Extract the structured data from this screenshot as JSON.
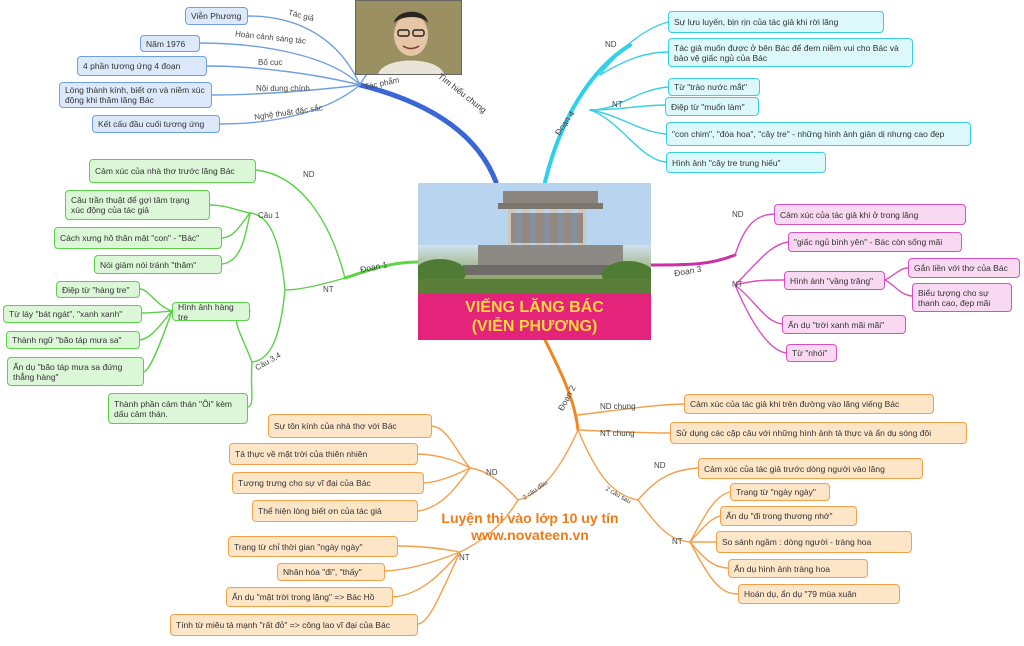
{
  "center": {
    "title_line1": "VIẾNG LĂNG BÁC",
    "title_line2": "(VIỄN PHƯƠNG)"
  },
  "watermark": {
    "line1": "Luyện thi vào lớp 10 uy tín",
    "line2": "www.novateen.vn"
  },
  "colors": {
    "blue": "#3a66d6",
    "cyan": "#2fd0ea",
    "green": "#5cd645",
    "pink": "#cc2fa8",
    "orange": "#f2861e",
    "title_bg": "#e4247b",
    "title_text": "#ffd83b"
  },
  "branch_tim_hieu": {
    "label": "Tìm hiểu chung",
    "tac_pham": "Tác phẩm",
    "links": [
      "Tác giả",
      "Hoàn cảnh sáng tác",
      "Bố cục",
      "Nội dung chính",
      "Nghệ thuật đặc sắc"
    ],
    "nodes": [
      "Viễn Phương",
      "Năm 1976",
      "4 phần tương ứng 4 đoạn",
      "Lòng thành kính, biết ơn và niềm xúc động khi thăm lăng Bác",
      "Kết cấu đầu cuối tương ứng"
    ]
  },
  "branch_doan1": {
    "label": "Đoạn 1",
    "nd": "ND",
    "nt": "NT",
    "cau1": "Câu 1",
    "cau34": "Câu 3,4",
    "hinh_anh_hang_tre": "Hình ảnh hàng tre",
    "nd_node": "Cảm xúc của nhà thơ trước lăng Bác",
    "cau1_nodes": [
      "Câu trần thuật để gợi tâm trạng xúc động của tác giả",
      "Cách xưng hô thân mật \"con\" - \"Bác\"",
      "Nói giảm nói tránh \"thăm\""
    ],
    "tre_nodes": [
      "Điệp từ \"hàng tre\"",
      "Từ láy \"bát ngát\", \"xanh xanh\"",
      "Thành ngữ \"bão táp mưa sa\"",
      "Ẩn dụ \"bão táp mưa sa đứng thẳng hàng\""
    ],
    "thanh_phan": "Thành phần cảm thán \"Ôi\" kèm dấu cảm thán."
  },
  "branch_doan2": {
    "label": "Đoạn 2",
    "nd_chung": "ND chung",
    "nt_chung": "NT chung",
    "hai_cau_dau": "2 câu đầu",
    "hai_cau_sau": "2 câu sau",
    "nd": "ND",
    "nt": "NT",
    "nd_chung_node": "Cảm xúc của tác giả khi trên đường vào lăng viếng Bác",
    "nt_chung_node": "Sử dụng các cặp câu với những hình ảnh tả thực và ẩn dụ sóng đôi",
    "left_nd": [
      "Sự tôn kính của nhà thơ với Bác",
      "Tả thực về mặt trời của thiên nhiên",
      "Tượng trưng cho sự vĩ đại của Bác",
      "Thể hiện lòng biết ơn của tác giả"
    ],
    "left_nt": [
      "Trạng từ chỉ thời gian \"ngày ngày\"",
      "Nhân hóa \"đi\", \"thấy\"",
      "Ẩn dụ \"mặt trời trong lăng\" => Bác Hồ",
      "Tính từ miêu tả mạnh \"rất đỏ\" => công lao vĩ đại của Bác"
    ],
    "right_nd": "Cảm xúc của tác giả trước dòng người vào lăng",
    "right_nt": [
      "Trạng từ \"ngày ngày\"",
      "Ẩn dụ \"đi trong thương nhớ\"",
      "So sánh ngầm : dòng người - tràng hoa",
      "Ẩn dụ  hình ảnh tràng hoa",
      "Hoán dụ, ẩn dụ \"79 mùa xuân"
    ]
  },
  "branch_doan3": {
    "label": "Đoạn 3",
    "nd": "ND",
    "nt": "NT",
    "nd_node": "Cảm xúc của tác giả khi ở trong lăng",
    "nt_nodes": [
      "\"giấc ngủ bình yên\" - Bác còn sống mãi",
      "Hình ảnh \"vầng trăng\"",
      "Ẩn dụ \"trời xanh mãi mãi\"",
      "Từ \"nhói\""
    ],
    "trang_nodes": [
      "Gắn liền với thơ của Bác",
      "Biểu tượng cho sự thanh cao, đẹp mãi"
    ]
  },
  "branch_doan4": {
    "label": "Đoạn 4",
    "nd": "ND",
    "nt": "NT",
    "nd_nodes": [
      "Sự lưu luyến, bịn rịn của tác giả khi rời lăng",
      "Tác giả muốn được ở bên Bác để đem niềm vui cho Bác và bảo vệ giấc ngủ của Bác"
    ],
    "nt_nodes": [
      "Từ \"trào nước mắt\"",
      "Điệp từ \"muốn làm\"",
      "\"con chim\", \"đóa hoa\", \"cây tre\" - những hình ảnh giản dị nhưng cao đẹp",
      "Hình ảnh \"cây tre trung hiếu\""
    ]
  }
}
